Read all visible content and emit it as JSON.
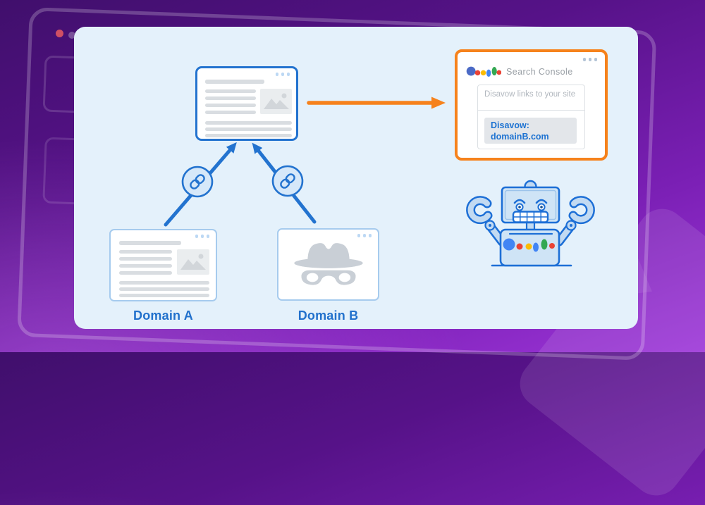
{
  "labels": {
    "domain_a": "Domain A",
    "domain_b": "Domain B"
  },
  "search_console": {
    "title": "Search Console",
    "disavow_placeholder": "Disavow links to your site",
    "disavow_line1": "Disavow:",
    "disavow_line2": "domainB.com"
  },
  "icons": {
    "link_icon": "chain-link in circle on backlink arrows",
    "incognito_icon": "fedora hat and mask (spammy domain)",
    "robot_icon": "google-bot mascot with claw arms",
    "image_placeholder_icon": "mountains with sun",
    "google_dots_logo": "six colored google dots",
    "window_dots_icon": "three window control dots"
  },
  "colors": {
    "accent_blue": "#2373cf",
    "light_window_border": "#a6cbee",
    "card_bg": "#e4f1fb",
    "orange_highlight": "#f6821c",
    "disavow_text_blue": "#1e73d2",
    "placeholder_gray": "#b1b7be",
    "console_title_gray": "#9aa0a6",
    "content_line_gray": "#d9dde1",
    "spy_gray": "#c9cfd6",
    "google_blue": "#4285f4",
    "google_red": "#ea4335",
    "google_yellow": "#fbbc05",
    "google_green": "#34a853",
    "bg_purple_dark": "#40106c",
    "bg_purple_light": "#9c35d8"
  }
}
